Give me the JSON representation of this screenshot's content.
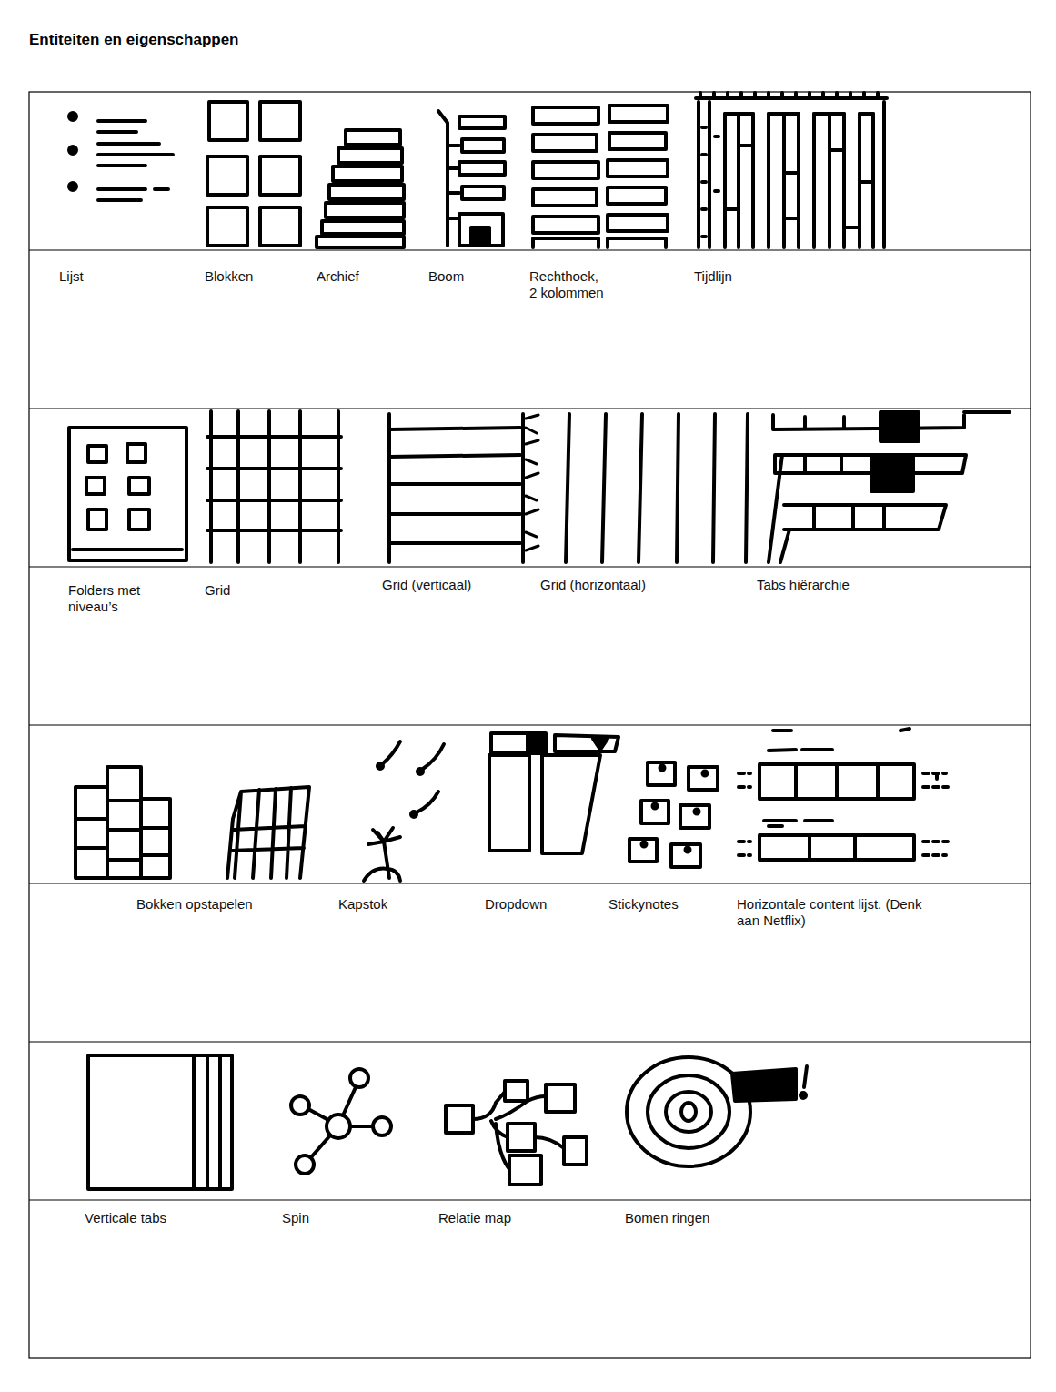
{
  "diagram": {
    "title": "Entiteiten en eigenschappen",
    "labels": [
      "Lijst",
      "Blokken",
      "Archief",
      "Boom",
      "Rechthoek, 2 kolommen",
      "Tijdlijn",
      "Folders met niveau’s",
      "Grid",
      "Grid (verticaal)",
      "Grid (horizontaal)",
      "Tabs hiërarchie",
      "Bokken opstapelen",
      "Kapstok",
      "Dropdown",
      "Stickynotes",
      "Horizontale content lijst. (Denk aan Netflix)",
      "Verticale tabs",
      "Spin",
      "Relatie map",
      "Bomen ringen"
    ]
  }
}
